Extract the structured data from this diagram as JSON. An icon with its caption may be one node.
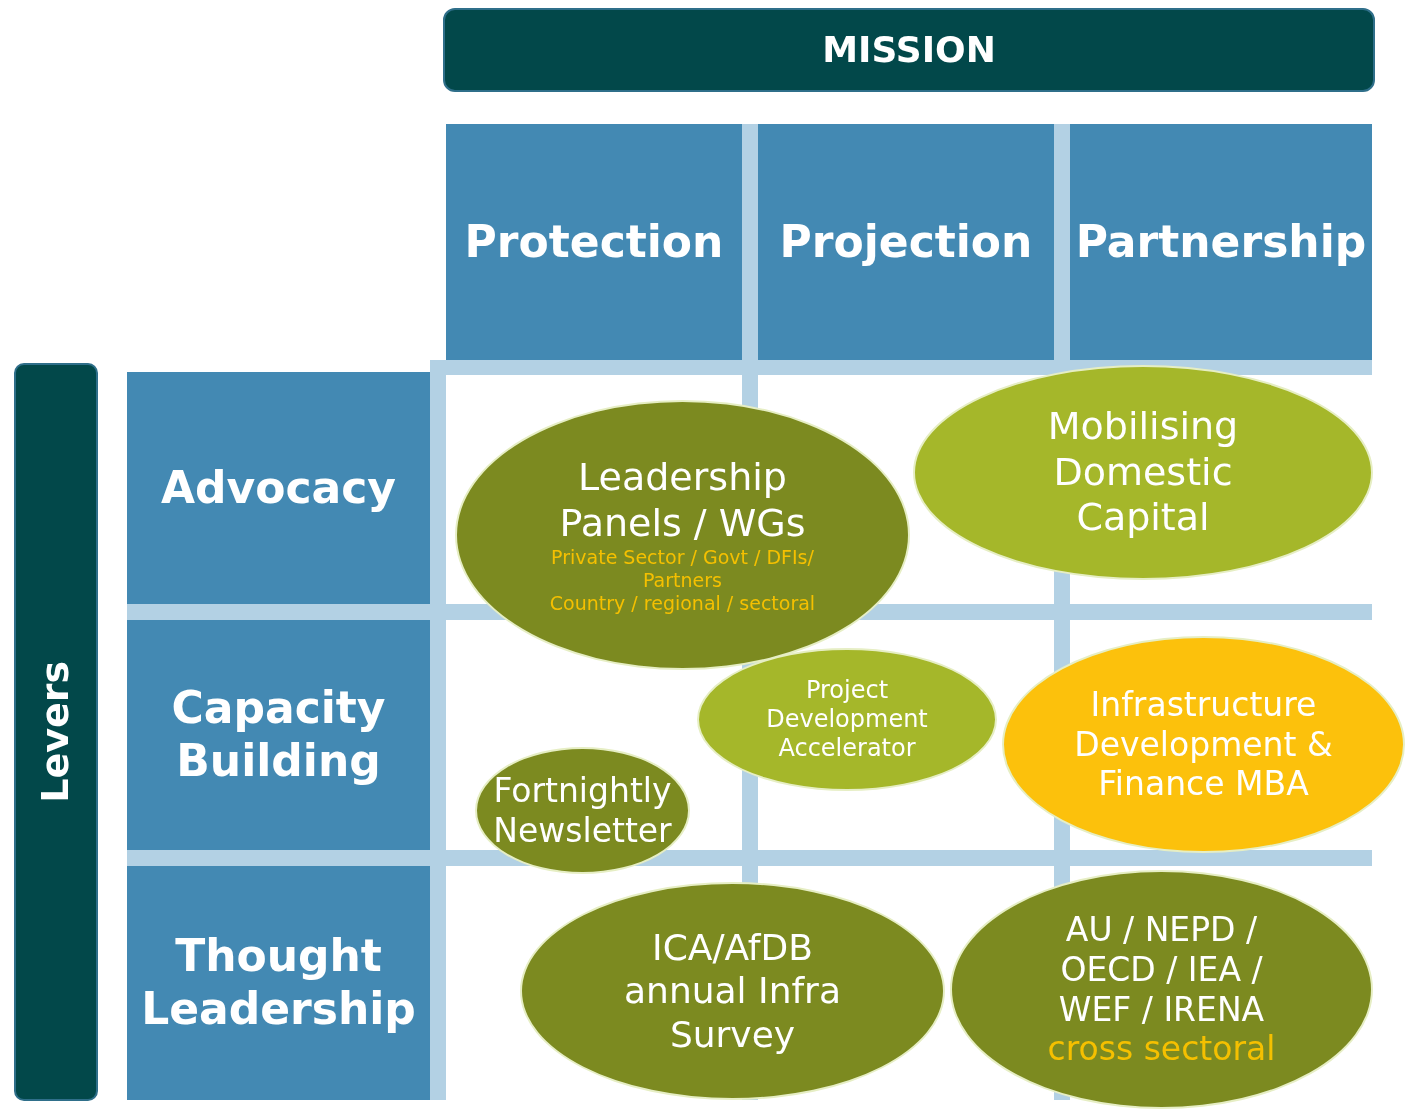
{
  "diagram": {
    "nodes": [
      {
        "text": [
          "MISSION"
        ]
      },
      {
        "text": [
          "Protection"
        ]
      },
      {
        "text": [
          "Projection"
        ]
      },
      {
        "text": [
          "Partnership"
        ]
      },
      {
        "text": [
          "Levers"
        ]
      },
      {
        "text": [
          "Advocacy"
        ]
      },
      {
        "text": [
          "Leadership Panels / WGs",
          "Private Sector / Govt / DFIs/ Partners",
          "Country / regional / sectoral"
        ]
      },
      {
        "text": [
          "Mobilising Domestic Capital"
        ]
      },
      {
        "text": [
          "Capacity Building"
        ]
      },
      {
        "text": [
          "Project Development Accelerator"
        ]
      },
      {
        "text": [
          "Infrastructure Development & Finance MBA"
        ]
      },
      {
        "text": [
          "Fortnightly Newsletter"
        ]
      },
      {
        "text": [
          "Thought Leadership"
        ]
      },
      {
        "text": [
          "ICA/AfDB annual Infra Survey"
        ]
      },
      {
        "text": [
          "AU / NEPD / OECD / IEA / WEF / IRENA",
          "cross sectoral"
        ]
      }
    ],
    "edges": []
  }
}
